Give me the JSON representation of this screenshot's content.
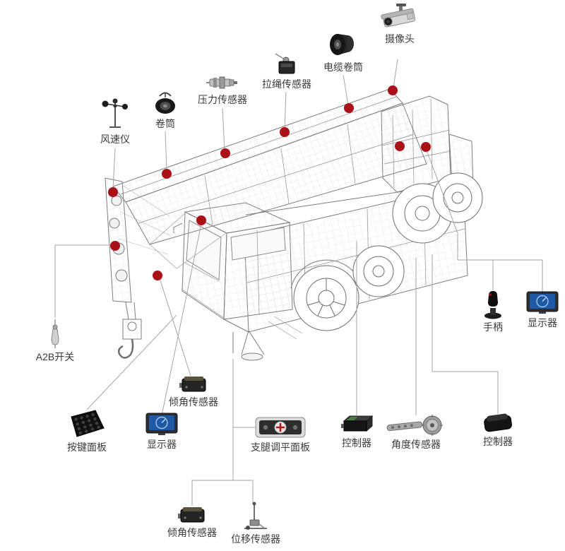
{
  "diagram": {
    "subject": "mobile-crane-sensor-layout",
    "colors": {
      "marker": "#ab1018",
      "connector": "#a6a6a6",
      "label_text": "#3a3a3a",
      "screen_blue": "#1e59a6",
      "panel_cross_red": "#b1121b"
    }
  },
  "components": [
    {
      "id": "anemometer",
      "label": "风速仪",
      "icon": "anemometer-icon"
    },
    {
      "id": "hoist-reel",
      "label": "卷筒",
      "icon": "reel-icon"
    },
    {
      "id": "pressure-sensor",
      "label": "压力传感器",
      "icon": "pressure-sensor-icon"
    },
    {
      "id": "rope-sensor",
      "label": "拉绳传感器",
      "icon": "rope-sensor-icon"
    },
    {
      "id": "cable-reel",
      "label": "电缆卷筒",
      "icon": "cable-reel-icon"
    },
    {
      "id": "camera",
      "label": "摄像头",
      "icon": "camera-icon"
    },
    {
      "id": "a2b-switch",
      "label": "A2B开关",
      "icon": "a2b-switch-icon"
    },
    {
      "id": "keypad",
      "label": "按键面板",
      "icon": "keypad-icon"
    },
    {
      "id": "display-left",
      "label": "显示器",
      "icon": "display-icon"
    },
    {
      "id": "tilt-sensor-boom",
      "label": "倾角传感器",
      "icon": "tilt-sensor-icon"
    },
    {
      "id": "outrigger-panel",
      "label": "支腿调平面板",
      "icon": "leveling-panel-icon"
    },
    {
      "id": "controller-1",
      "label": "控制器",
      "icon": "controller-icon"
    },
    {
      "id": "angle-sensor",
      "label": "角度传感器",
      "icon": "angle-sensor-icon"
    },
    {
      "id": "controller-2",
      "label": "控制器",
      "icon": "controller-icon"
    },
    {
      "id": "joystick",
      "label": "手柄",
      "icon": "joystick-icon"
    },
    {
      "id": "display-right",
      "label": "显示器",
      "icon": "display-icon"
    },
    {
      "id": "tilt-sensor-bottom",
      "label": "倾角传感器",
      "icon": "tilt-sensor-icon"
    },
    {
      "id": "displacement-sensor",
      "label": "位移传感器",
      "icon": "displacement-sensor-icon"
    }
  ]
}
